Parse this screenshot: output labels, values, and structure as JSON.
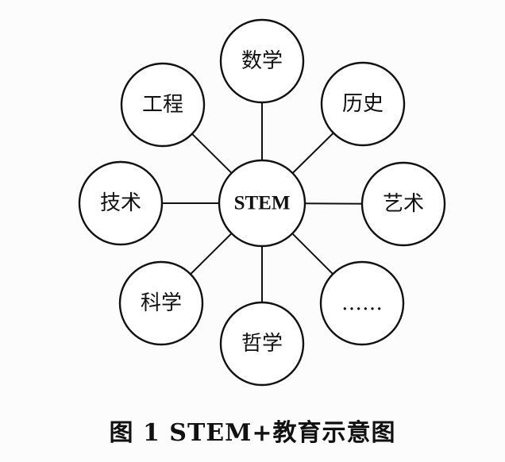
{
  "diagram": {
    "center": "STEM",
    "nodes": {
      "math": "数学",
      "history": "历史",
      "art": "艺术",
      "ellipsis": "……",
      "philosophy": "哲学",
      "science": "科学",
      "technology": "技术",
      "engineering": "工程"
    }
  },
  "caption": "图 1 STEM+教育示意图"
}
